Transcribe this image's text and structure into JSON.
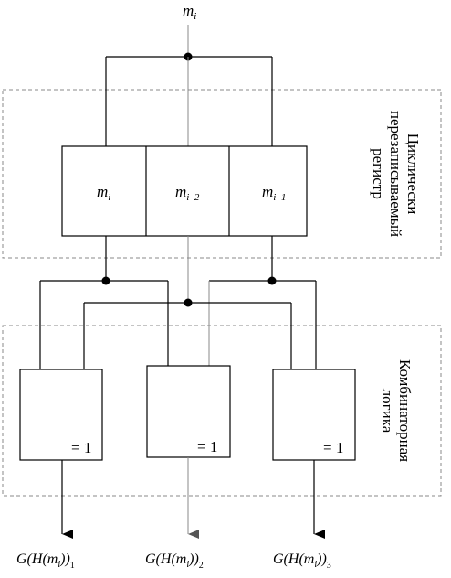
{
  "input": {
    "label": "m",
    "subscript": "i"
  },
  "register": {
    "cells": [
      {
        "label": "m",
        "subscript": "i"
      },
      {
        "label": "m",
        "subscript": "i  2"
      },
      {
        "label": "m",
        "subscript": "i  1"
      }
    ],
    "section_label_line1": "Циклически",
    "section_label_line2": "перезаписываемый",
    "section_label_line3": "регистр"
  },
  "logic": {
    "gates": [
      {
        "label": "= 1"
      },
      {
        "label": "= 1"
      },
      {
        "label": "= 1"
      }
    ],
    "section_label_line1": "Комбинаторная",
    "section_label_line2": "логика"
  },
  "outputs": [
    {
      "prefix": "G(H(m",
      "inner_sub": "i",
      "suffix": "))",
      "index": "1"
    },
    {
      "prefix": "G(H(m",
      "inner_sub": "i",
      "suffix": "))",
      "index": "2"
    },
    {
      "prefix": "G(H(m",
      "inner_sub": "i",
      "suffix": "))",
      "index": "3"
    }
  ],
  "colors": {
    "line": "#000000",
    "grey_line": "#888888",
    "dash": "#888888"
  }
}
